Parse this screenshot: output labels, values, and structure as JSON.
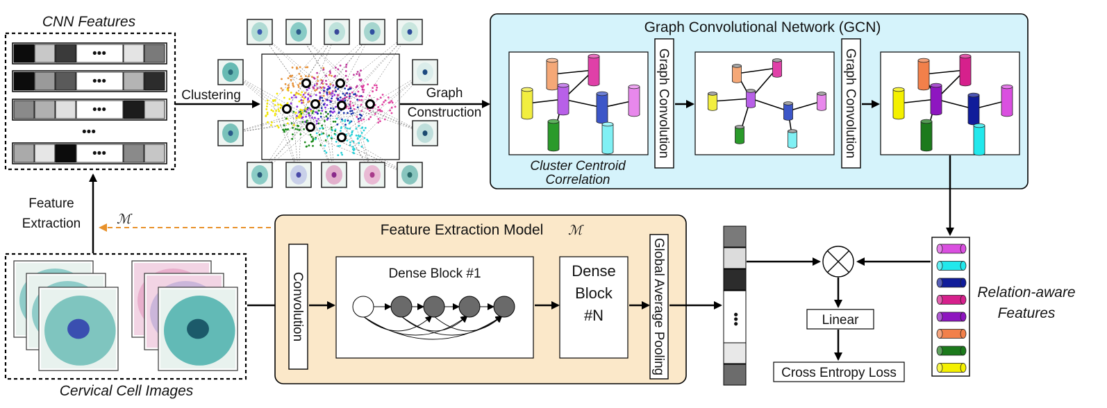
{
  "cnn": {
    "title": "CNN Features",
    "dots": "•••",
    "vdots": "•••",
    "rows": [
      [
        "#0c0c0c",
        "#c8c8c8",
        "#3a3a3a",
        "#ffffff",
        "#e4e4e4",
        "#7a7a7a"
      ],
      [
        "#0c0c0c",
        "#9a9a9a",
        "#5a5a5a",
        "#ffffff",
        "#b4b4b4",
        "#2c2c2c"
      ],
      [
        "#8a8a8a",
        "#b0b0b0",
        "#e0e0e0",
        "#ffffff",
        "#1c1c1c",
        "#d4d4d4"
      ],
      [
        "#aaaaaa",
        "#e6e6e6",
        "#0c0c0c",
        "#ffffff",
        "#8a8a8a",
        "#c6c6c6"
      ]
    ]
  },
  "clustering_label": "Clustering",
  "graph_construction": {
    "line1": "Graph",
    "line2": "Construction"
  },
  "feature_extraction": {
    "line1": "Feature",
    "line2": "Extraction",
    "model_symbol": "ℳ"
  },
  "cell_images_label": "Cervical Cell Images",
  "gcn": {
    "title": "Graph Convolutional Network (GCN)",
    "conv_label": "Graph Convolution",
    "cluster_caption_line1": "Cluster Centroid",
    "cluster_caption_line2": "Correlation"
  },
  "fem": {
    "title": "Feature Extraction Model",
    "symbol": "ℳ",
    "convolution": "Convolution",
    "dense1": "Dense Block #1",
    "denseN_line1": "Dense",
    "denseN_line2": "Block",
    "denseN_line3": "#N",
    "gap": "Global Average Pooling"
  },
  "feature_vector_dots": "•••",
  "linear": "Linear",
  "loss": "Cross Entropy Loss",
  "relation": {
    "line1": "Relation-aware",
    "line2": "Features"
  },
  "colors": {
    "gcn_bg": "#d5f3fb",
    "fem_bg": "#fbe8c9",
    "dashed_arrow": "#e8912a",
    "clusters": [
      "#e69138",
      "#c0379c",
      "#f2e600",
      "#8a2be2",
      "#1530a8",
      "#1a8a1a",
      "#28d0d8",
      "#e040a0"
    ],
    "relation_features": [
      "#da4fe0",
      "#22e8ec",
      "#101c9a",
      "#d6208c",
      "#8e16c0",
      "#f2804a",
      "#1c7a1c",
      "#f4f000"
    ]
  }
}
